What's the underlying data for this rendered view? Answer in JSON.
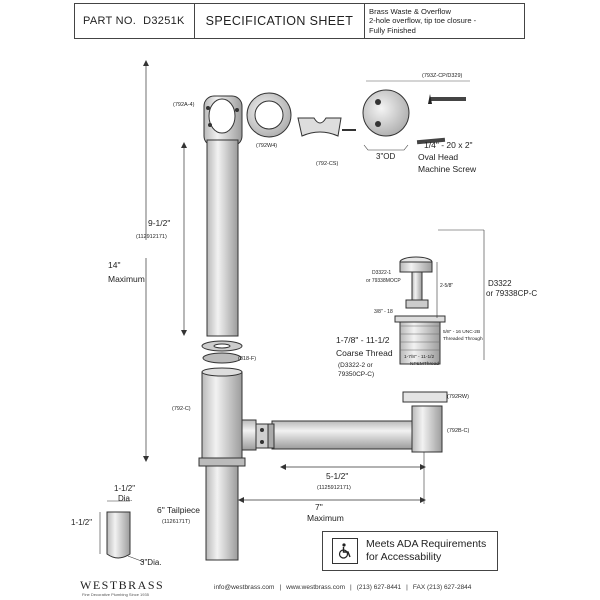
{
  "header": {
    "part_label": "PART NO.",
    "part_number": "D3251K",
    "title": "SPECIFICATION SHEET",
    "desc_1": "Brass Waste & Overflow",
    "desc_2": "2-hole overflow, tip toe closure -",
    "desc_3": "Fully Finished"
  },
  "labels": {
    "part_792a4": "(792A-4)",
    "part_792w4": "(792W4)",
    "part_792cs": "(792-CS)",
    "part_793z": "(793Z-CP/D329)",
    "od": "3\"OD",
    "screw_1": "1/4\" - 20 x 2\"",
    "screw_2": "Oval Head",
    "screw_3": "Machine Screw",
    "dim_912": "9-1/2\"",
    "dim_912_code": "(112912171)",
    "dim_14": "14\"",
    "dim_max": "Maximum",
    "d3322_1": "D3322-1",
    "d3322_1b": "or 79338MOCP",
    "d3322": "D3322",
    "d3322b": "or 79338CP-C",
    "dim_258": "2-5/8\"",
    "dim_38_18": "3/8\" - 18",
    "thread_note_1": "5/8\" - 16 UNC-2B",
    "thread_note_2": "Threaded Through",
    "coarse_1": "1-7/8\" - 11-1/2",
    "coarse_2": "Coarse Thread",
    "coarse_3": "(D3322-2 or",
    "coarse_4": "79350CP-C)",
    "npsm_1": "1-7/8\" - 11-1/2",
    "npsm_2": "NPSMThread",
    "part_818f": "(818-F)",
    "part_792rw": "(792RW)",
    "part_792c": "(792-C)",
    "part_792bc": "(792B-C)",
    "dim_512": "5-1/2\"",
    "dim_512_code": "(1125912171)",
    "dim_7": "7\"",
    "dim_7_max": "Maximum",
    "tail_1": "6\" Tailpiece",
    "tail_2": "(1126171T)",
    "dia_1": "1-1/2\"",
    "dia_2": "Dia.",
    "dia_side": "1-1/2\"",
    "dia_3": "3\"Dia."
  },
  "ada": {
    "line_1": "Meets ADA Requirements",
    "line_2": "for Accessability",
    "icon": "wheelchair-icon"
  },
  "footer": {
    "brand": "WESTBRASS",
    "tagline": "Fine Decorative Plumbing Since 1935",
    "email": "info@westbrass.com",
    "web": "www.westbrass.com",
    "phone": "(213) 627-8441",
    "fax": "FAX (213) 627-2844"
  }
}
